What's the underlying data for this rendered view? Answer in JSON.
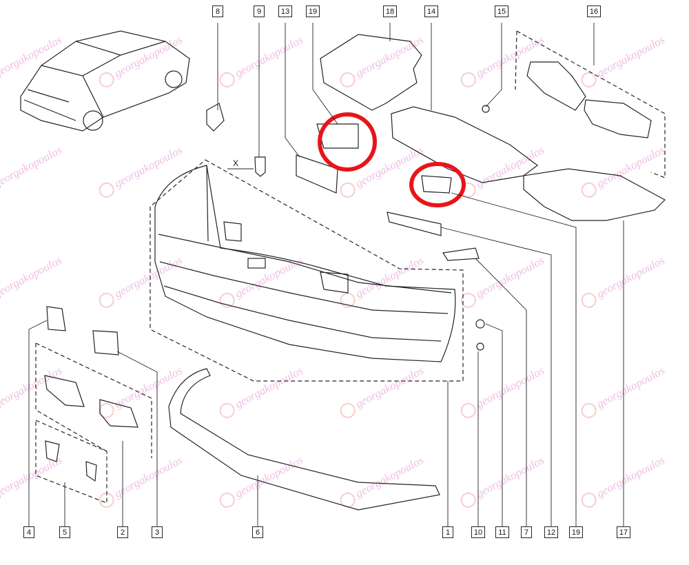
{
  "watermark": "georgakopoulos",
  "callouts": {
    "top": [
      "8",
      "9",
      "13",
      "19",
      "18",
      "14",
      "15",
      "16"
    ],
    "bottom": [
      "4",
      "5",
      "2",
      "3",
      "6",
      "1",
      "10",
      "11",
      "7",
      "12",
      "19",
      "17"
    ]
  },
  "x_marker": "X",
  "colors": {
    "highlight": "#e8141b",
    "line": "#222222",
    "watermark": "#e08ad0"
  }
}
